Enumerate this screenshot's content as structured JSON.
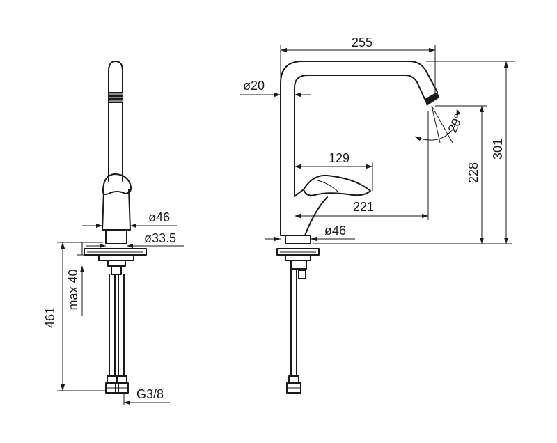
{
  "dimensions": {
    "side_view": {
      "height_total": "461",
      "max_thickness": "max 40",
      "diameter_body": "ø46",
      "diameter_base": "ø33.5",
      "thread": "G3/8"
    },
    "front_view": {
      "width_spout": "255",
      "diameter_tube": "ø20",
      "lever_reach": "129",
      "reach_outlet": "221",
      "diameter_base": "ø46",
      "height_outlet": "228",
      "height_total": "301",
      "angle": "20°"
    }
  }
}
